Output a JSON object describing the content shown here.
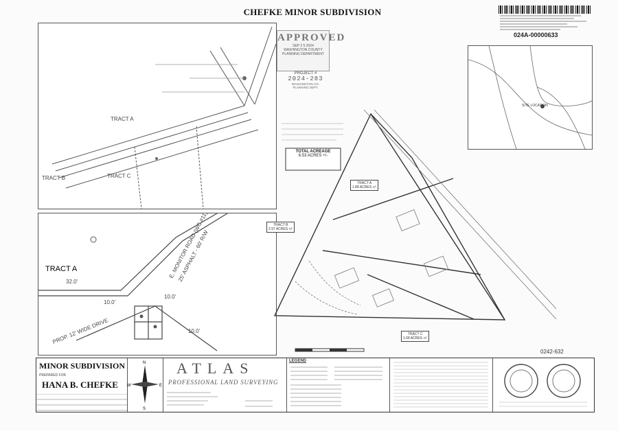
{
  "title": "CHEFKE MINOR SUBDIVISION",
  "document_number": "024A-00000633",
  "approval_stamp": {
    "word": "APPROVED",
    "date": "SEP 2 5 2024",
    "org": "WASHINGTON COUNTY PLANNING DEPARTMENT"
  },
  "project": {
    "label": "PROJECT #",
    "number": "2024-283",
    "org": "WASHINGTON CO. PLANNING DEPT."
  },
  "handwritten_number": "0242-632",
  "inset_top": {
    "tract_a": "TRACT A",
    "tract_b": "TRACT B",
    "tract_c": "TRACT C"
  },
  "inset_bottom": {
    "tract_a": "TRACT A",
    "road": "E. MONITOR ROAD (WC #11)",
    "road_sub": "25' ASPHALT - 60' R/W",
    "drive": "PROP. 12' WIDE DRIVE",
    "dim_32": "32.0'",
    "dim_10a": "10.0'",
    "dim_10b": "10.0'",
    "dim_10c": "10.0'"
  },
  "vicinity_map": {
    "site_label": "SITE LOCATION"
  },
  "main_plan": {
    "acreage_title": "TOTAL ACREAGE",
    "acreage_value": "6.53 ACRES +/-",
    "tract_a": "TRACT A",
    "tract_a_acres": "1.88 ACRES +/-",
    "tract_b": "TRACT B",
    "tract_b_acres": "2.97 ACRES +/-",
    "tract_c": "TRACT C",
    "tract_c_acres": "1.68 ACRES +/-"
  },
  "title_block": {
    "heading": "MINOR SUBDIVISION",
    "prepared_for": "PREPARED FOR",
    "owner": "HANA B. CHEFKE",
    "firm_name": "ATLAS",
    "firm_sub": "PROFESSIONAL LAND SURVEYING",
    "legend": "LEGEND",
    "north": "N",
    "south": "S",
    "east": "E",
    "west": "W"
  }
}
